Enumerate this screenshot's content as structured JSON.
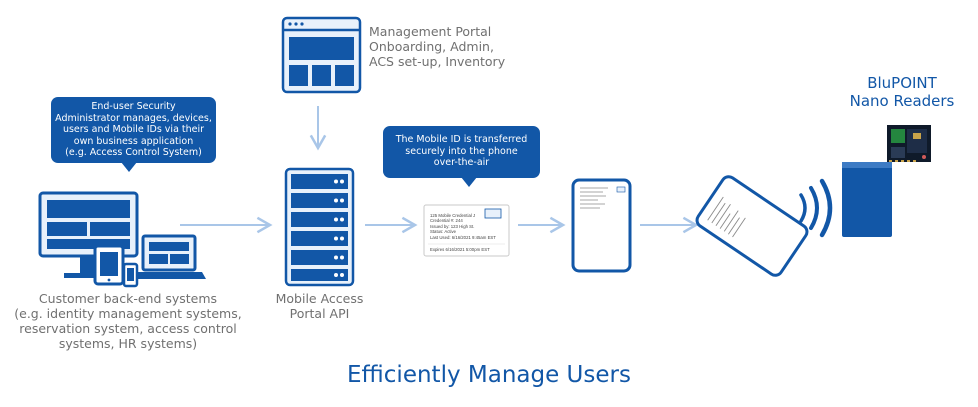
{
  "colors": {
    "primary": "#1257a7",
    "light": "#e8f1fb",
    "arrow": "#a9c6e8",
    "text": "#707070"
  },
  "portal": {
    "icon": "web-window-icon",
    "caption": [
      "Management Portal",
      "Onboarding, Admin,",
      "ACS set-up, Inventory"
    ]
  },
  "admin_callout": {
    "lines": [
      "End-user Security",
      "Administrator manages, devices,",
      "users and Mobile IDs via their",
      "own business application",
      "(e.g. Access Control System)"
    ]
  },
  "backend": {
    "icon": "multi-device-icon",
    "caption": [
      "Customer back-end systems",
      "(e.g. identity management systems,",
      "reservation system, access control",
      "systems, HR systems)"
    ]
  },
  "api": {
    "icon": "server-rack-icon",
    "caption": [
      "Mobile Access",
      "Portal API"
    ]
  },
  "transfer_callout": {
    "lines": [
      "The Mobile ID is transferred",
      "securely into the phone",
      "over-the-air"
    ]
  },
  "credential_card": {
    "lines": [
      "125 Mobile Credential J",
      "Credential #: 244",
      "Issued by: 123 High St.",
      "Status: Active",
      "Last Used: 6/16/2021 9:45am EST"
    ],
    "expires": "Expires 6/16/2021 5:00pm EST"
  },
  "phone": {
    "icon": "smartphone-icon"
  },
  "tapping_phone": {
    "icon": "phone-tap-icon"
  },
  "readers": {
    "title": [
      "BluPOINT",
      "Nano Readers"
    ],
    "icon": "card-reader-icon"
  },
  "title": "Efficiently Manage Users"
}
